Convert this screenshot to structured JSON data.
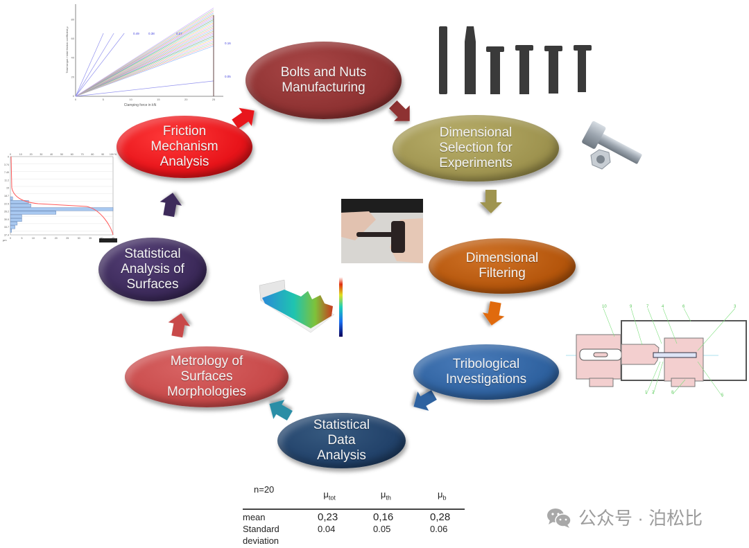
{
  "diagram": {
    "type": "process-cycle",
    "steps": [
      {
        "id": "bolts-nuts-manufacturing",
        "label": "Bolts and Nuts\nManufacturing",
        "color": "#8e3232"
      },
      {
        "id": "dimensional-selection",
        "label": "Dimensional\nSelection for\nExperiments",
        "color": "#9f9450"
      },
      {
        "id": "dimensional-filtering",
        "label": "Dimensional\nFiltering",
        "color": "#b5560c"
      },
      {
        "id": "tribological-investigations",
        "label": "Tribological\nInvestigations",
        "color": "#2f62a0"
      },
      {
        "id": "statistical-data-analysis",
        "label": "Statistical\nData\nAnalysis",
        "color": "#22426a"
      },
      {
        "id": "metrology-surfaces",
        "label": "Metrology of\nSurfaces\nMorphologies",
        "color": "#c84a4a"
      },
      {
        "id": "statistical-analysis-surfaces",
        "label": "Statistical\nAnalysis of\nSurfaces",
        "color": "#3c2a5a"
      },
      {
        "id": "friction-mechanism-analysis",
        "label": "Friction\nMechanism\nAnalysis",
        "color": "#e8141a"
      }
    ],
    "arrows": [
      {
        "from": "friction-mechanism-analysis",
        "to": "bolts-nuts-manufacturing",
        "color": "#e8141a"
      },
      {
        "from": "bolts-nuts-manufacturing",
        "to": "dimensional-selection",
        "color": "#8e3232"
      },
      {
        "from": "dimensional-selection",
        "to": "dimensional-filtering",
        "color": "#9f9450"
      },
      {
        "from": "dimensional-filtering",
        "to": "tribological-investigations",
        "color": "#e06a10"
      },
      {
        "from": "tribological-investigations",
        "to": "statistical-data-analysis",
        "color": "#2f62a0"
      },
      {
        "from": "statistical-data-analysis",
        "to": "metrology-surfaces",
        "color": "#2a8ea6"
      },
      {
        "from": "metrology-surfaces",
        "to": "statistical-analysis-surfaces",
        "color": "#c84a4a"
      },
      {
        "from": "statistical-analysis-surfaces",
        "to": "friction-mechanism-analysis",
        "color": "#3c2a5a"
      }
    ]
  },
  "friction_chart": {
    "xlabel": "Clamping force in kN",
    "ylabel": "Total torque / total friction coefficient μ",
    "xticks": [
      "0",
      "5",
      "10",
      "15",
      "20",
      "25"
    ],
    "yticks": [
      "0",
      "20",
      "40",
      "60",
      "80"
    ],
    "annotations": [
      "0.49",
      "0.38",
      "0.27",
      "0.16",
      "0.05"
    ]
  },
  "histogram_chart": {
    "unit": "µm",
    "y_ticks": [
      "0",
      "3.74",
      "7.49",
      "11.2",
      "15",
      "18.7",
      "22.5",
      "26.2",
      "30.0",
      "33.7",
      "37.4"
    ],
    "top_ticks": [
      "0",
      "10",
      "20",
      "30",
      "40",
      "50",
      "60",
      "70",
      "80",
      "90",
      "100 %"
    ],
    "bottom_ticks": [
      "0",
      "5",
      "10",
      "15",
      "20",
      "25",
      "30",
      "35",
      "40",
      "45"
    ]
  },
  "test_rig_drawing": {
    "part_numbers": [
      "10",
      "9",
      "7",
      "4",
      "6",
      "3",
      "1",
      "2",
      "8",
      "5"
    ]
  },
  "stats_table": {
    "sample_label": "n=20",
    "columns": [
      "μ",
      "μ",
      "μ"
    ],
    "column_subscripts": [
      "tot",
      "th",
      "b"
    ],
    "rows": [
      {
        "label": "mean",
        "values": [
          "0,23",
          "0,16",
          "0,28"
        ]
      },
      {
        "label": "Standard\ndeviation",
        "values": [
          "0.04",
          "0.05",
          "0.06"
        ]
      }
    ]
  },
  "watermark": {
    "icon": "wechat-icon",
    "text": "公众号 · 泊松比"
  },
  "images": {
    "bolts_sequence": "bolt-forming-stages-photo",
    "bolt_nut": "bolt-and-nut-photo",
    "hand_test": "hands-holding-bolt-fixture-photo",
    "surface_3d": "3d-surface-topography-plot"
  }
}
